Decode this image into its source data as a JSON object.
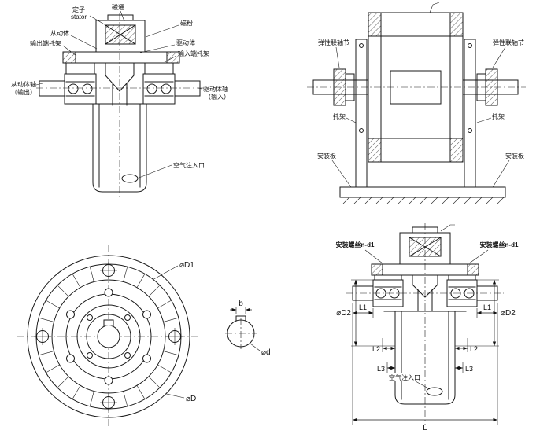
{
  "colors": {
    "line": "#1a1a1a",
    "background": "#ffffff"
  },
  "drawing": {
    "section_view": {
      "stator_cn": "定子",
      "stator_en": "stator",
      "flux": "磁通",
      "magnetic_powder": "磁粉",
      "driven_body": "从动体",
      "output_bracket": "输出端托架",
      "drive_body": "驱动体",
      "input_bracket": "输入端托架",
      "driven_shaft": "从动体轴",
      "driven_shaft_note": "（输出）",
      "drive_shaft": "驱动体轴",
      "drive_shaft_note": "（输入）",
      "air_inlet": "空气注入口"
    },
    "assembly_view": {
      "coupling_left": "弹性联轴节",
      "coupling_right": "弹性联轴节",
      "bracket_left": "托架",
      "bracket_right": "托架",
      "mounting_plate_left": "安装板",
      "mounting_plate_right": "安装板"
    },
    "front_view": {
      "dia_d1": "⌀D1",
      "dia_d": "⌀D"
    },
    "shaft_detail": {
      "key_width": "b",
      "dia_d_small": "⌀d"
    },
    "dimension_view": {
      "mount_screw_left": "安装螺丝n-d1",
      "mount_screw_right": "安装螺丝n-d1",
      "dia_d2_left": "⌀D2",
      "dia_d2_right": "⌀D2",
      "l1_left": "L1",
      "l1_right": "L1",
      "l2_left": "L2",
      "l2_right": "L2",
      "l3_left": "L3",
      "l3_right": "L3",
      "l_total": "L",
      "air_inlet": "空气注入口"
    }
  }
}
